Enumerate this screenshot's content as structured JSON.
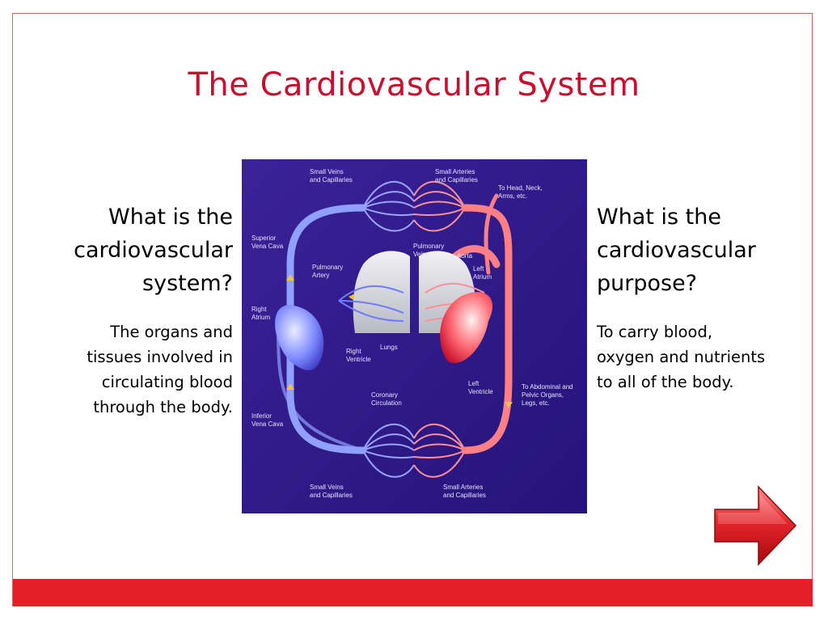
{
  "slide": {
    "title": "The Cardiovascular System",
    "left": {
      "question_lines": [
        "What is the",
        "cardiovascular",
        "system?"
      ],
      "answer_lines": [
        "The organs and",
        "tissues involved in",
        "circulating blood",
        "through the body."
      ]
    },
    "right": {
      "question_lines": [
        "What is the",
        "cardiovascular",
        "purpose?"
      ],
      "answer_lines": [
        "To carry blood,",
        "oxygen and nutrients",
        "to all of the body."
      ]
    }
  },
  "diagram": {
    "labels": {
      "small_veins_top": [
        "Small Veins",
        "and Capillaries"
      ],
      "small_arteries_top": [
        "Small Arteries",
        "and Capillaries"
      ],
      "to_head": [
        "To Head, Neck,",
        "Arms, etc."
      ],
      "superior_vena_cava": [
        "Superior",
        "Vena Cava"
      ],
      "pulmonary_veins": [
        "Pulmonary",
        "Veins"
      ],
      "aorta": [
        "Aorta"
      ],
      "pulmonary_artery": [
        "Pulmonary",
        "Artery"
      ],
      "left_atrium": [
        "Left",
        "Atrium"
      ],
      "right_atrium": [
        "Right",
        "Atrium"
      ],
      "lungs": [
        "Lungs"
      ],
      "right_ventricle": [
        "Right",
        "Ventricle"
      ],
      "left_ventricle": [
        "Left",
        "Ventricle"
      ],
      "to_abdominal": [
        "To Abdominal and",
        "Pelvic Organs,",
        "Legs, etc."
      ],
      "coronary_circulation": [
        "Coronary",
        "Circulation"
      ],
      "inferior_vena_cava": [
        "Inferior",
        "Vena Cava"
      ],
      "small_veins_bottom": [
        "Small Veins",
        "and Capillaries"
      ],
      "small_arteries_bottom": [
        "Small Arteries",
        "and Capillaries"
      ]
    }
  },
  "colors": {
    "title": "#c8102e",
    "bar": "#e41f26",
    "diagram_background": "#2e1a8c",
    "vein_blue": "#8fa0ff",
    "artery_red": "#ff7f86"
  },
  "icons": {
    "next": "right-arrow-icon"
  }
}
